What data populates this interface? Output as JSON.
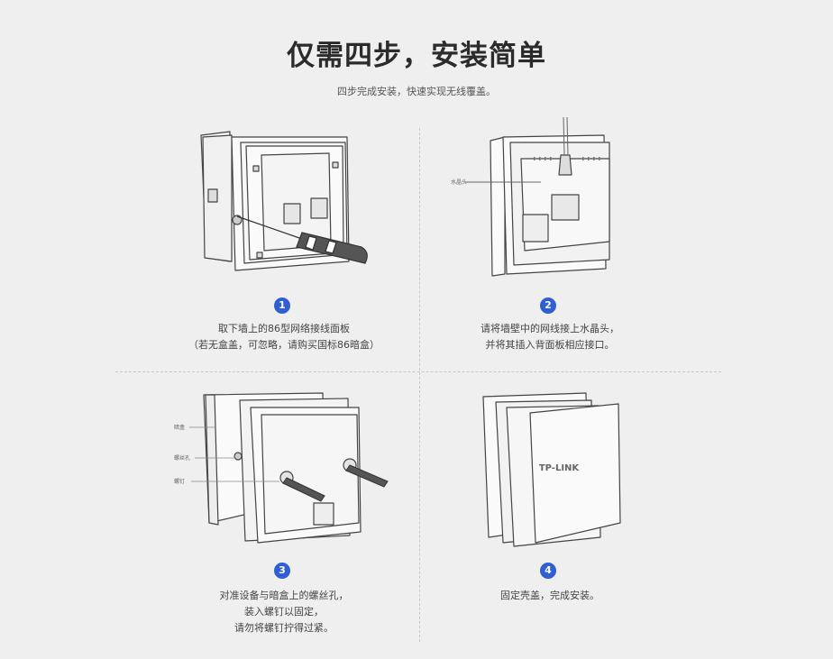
{
  "header": {
    "title": "仅需四步，安装简单",
    "subtitle": "四步完成安装，快速实现无线覆盖。"
  },
  "steps": [
    {
      "number": "1",
      "lines": [
        "取下墙上的86型网络接线面板",
        "（若无盒盖，可忽略，请购买国标86暗盒）"
      ]
    },
    {
      "number": "2",
      "lines": [
        "请将墙壁中的网线接上水晶头，",
        "并将其插入背面板相应接口。"
      ],
      "callouts": {
        "crystal_head": "水晶头"
      }
    },
    {
      "number": "3",
      "lines": [
        "对准设备与暗盒上的螺丝孔，",
        "装入螺钉以固定，",
        "请勿将螺钉拧得过紧。"
      ],
      "callouts": {
        "dark_box": "暗盒",
        "screw_hole": "螺丝孔",
        "screw": "螺钉"
      }
    },
    {
      "number": "4",
      "lines": [
        "固定壳盖，完成安装。"
      ],
      "logo": "TP-LINK"
    }
  ]
}
